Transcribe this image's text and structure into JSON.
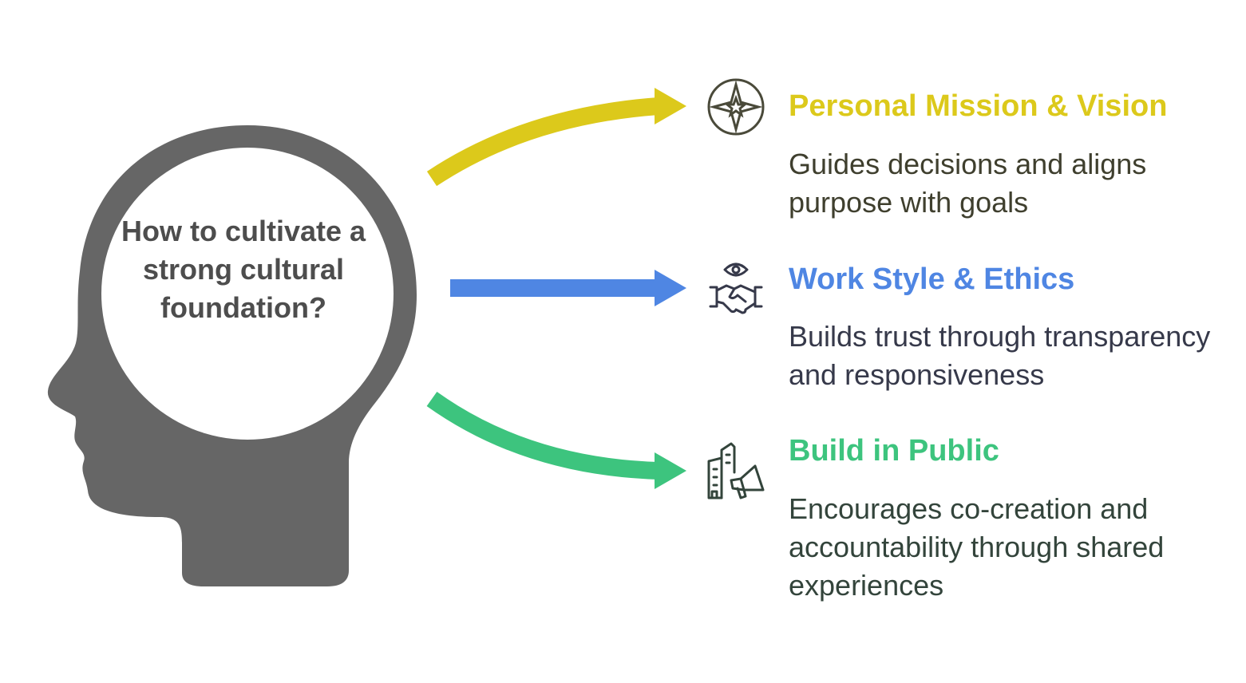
{
  "question": "How to cultivate a strong cultural foundation?",
  "items": [
    {
      "title": "Personal Mission & Vision",
      "description": "Guides decisions and aligns purpose with goals",
      "icon": "compass-icon",
      "color": "#dcc91b",
      "text_color": "#3f3f2e"
    },
    {
      "title": "Work Style & Ethics",
      "description": "Builds trust through transparency and responsiveness",
      "icon": "handshake-eye-icon",
      "color": "#4f86e3",
      "text_color": "#36394a"
    },
    {
      "title": "Build in Public",
      "description": "Encourages co-creation and accountability through shared experiences",
      "icon": "buildings-megaphone-icon",
      "color": "#3dc47e",
      "text_color": "#33443b"
    }
  ],
  "colors": {
    "head": "#666666",
    "head_inner": "#ffffff"
  }
}
